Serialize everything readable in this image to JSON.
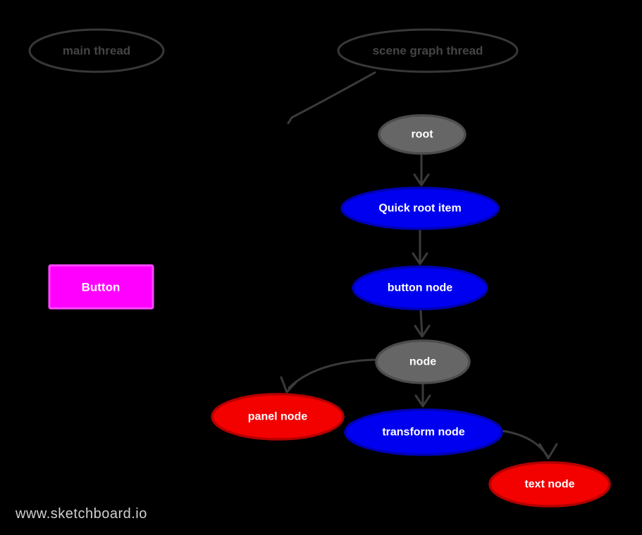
{
  "title": "scene graph diagram",
  "colors": {
    "background": "#000000",
    "arrow": "#3a3a3a",
    "header_outline": "#383838",
    "header_text": "#454545",
    "node_text": "#ffffff",
    "watermark_text": "#d0d0d0"
  },
  "headers": [
    {
      "label": "main thread"
    },
    {
      "label": "scene graph thread"
    }
  ],
  "button": {
    "label": "Button",
    "fill": "#ff00ff",
    "edge": "#ff47ff"
  },
  "nodes": [
    {
      "label": "root",
      "fill": "#666666",
      "stroke": "#4d4d4d"
    },
    {
      "label": "Quick root item",
      "fill": "#0000f0",
      "stroke": "#0000b4"
    },
    {
      "label": "button node",
      "fill": "#0000f0",
      "stroke": "#0000b4"
    },
    {
      "label": "node",
      "fill": "#666666",
      "stroke": "#4d4d4d"
    },
    {
      "label": "panel node",
      "fill": "#f30000",
      "stroke": "#b50000"
    },
    {
      "label": "transform node",
      "fill": "#0000f0",
      "stroke": "#0000b4"
    },
    {
      "label": "text node",
      "fill": "#f30000",
      "stroke": "#b50000"
    }
  ],
  "edges": [
    {
      "from": "root",
      "to": "Quick root item"
    },
    {
      "from": "Quick root item",
      "to": "button node"
    },
    {
      "from": "button node",
      "to": "node"
    },
    {
      "from": "node",
      "to": "transform node"
    },
    {
      "from": "node",
      "to": "panel node"
    },
    {
      "from": "transform node",
      "to": "text node"
    }
  ],
  "watermark": {
    "label": "www.sketchboard.io"
  }
}
